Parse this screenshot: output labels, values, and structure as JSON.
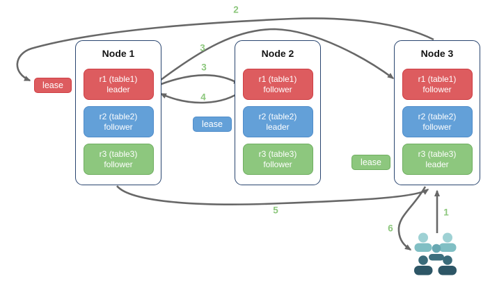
{
  "nodes": [
    {
      "title": "Node 1",
      "replicas": [
        {
          "name": "r1 (table1)",
          "role": "leader",
          "color_key": "red"
        },
        {
          "name": "r2 (table2)",
          "role": "follower",
          "color_key": "blue"
        },
        {
          "name": "r3 (table3)",
          "role": "follower",
          "color_key": "green"
        }
      ]
    },
    {
      "title": "Node 2",
      "replicas": [
        {
          "name": "r1 (table1)",
          "role": "follower",
          "color_key": "red"
        },
        {
          "name": "r2 (table2)",
          "role": "leader",
          "color_key": "blue"
        },
        {
          "name": "r3 (table3)",
          "role": "follower",
          "color_key": "green"
        }
      ]
    },
    {
      "title": "Node 3",
      "replicas": [
        {
          "name": "r1 (table1)",
          "role": "follower",
          "color_key": "red"
        },
        {
          "name": "r2 (table2)",
          "role": "follower",
          "color_key": "blue"
        },
        {
          "name": "r3 (table3)",
          "role": "leader",
          "color_key": "green"
        }
      ]
    }
  ],
  "leases": [
    {
      "label": "lease",
      "color_key": "red"
    },
    {
      "label": "lease",
      "color_key": "blue"
    },
    {
      "label": "lease",
      "color_key": "green"
    }
  ],
  "steps": [
    {
      "num": "1"
    },
    {
      "num": "2"
    },
    {
      "num": "3"
    },
    {
      "num": "3"
    },
    {
      "num": "4"
    },
    {
      "num": "5"
    },
    {
      "num": "6"
    }
  ],
  "icons": {
    "users_icon": "users-group"
  },
  "colors": {
    "red_fill": "#DD5C5F",
    "red_border": "#CE3D43",
    "blue_fill": "#63A0D8",
    "blue_border": "#4E8BC9",
    "green_fill": "#8DC77E",
    "green_border": "#6EAD5F",
    "node_border": "#27436E",
    "arrow": "#676767",
    "step_label": "#8CC77C",
    "users_light_head": "#9ED1D4",
    "users_light_body": "#80BFC4",
    "users_mid_head": "#68A8B2",
    "users_mid_body": "#3E6F7E",
    "users_dark_head": "#3A6B7A",
    "users_dark_body": "#2D5666"
  }
}
